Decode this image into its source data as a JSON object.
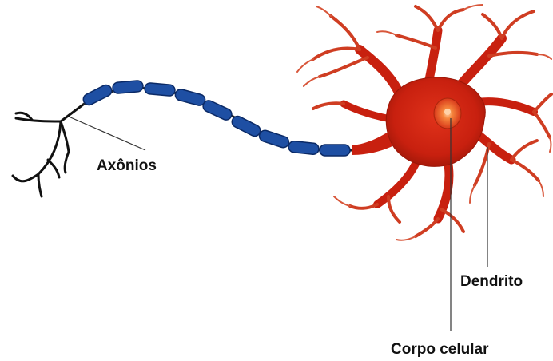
{
  "labels": {
    "axon": "Axônios",
    "dendrite": "Dendrito",
    "cell_body": "Corpo celular"
  },
  "colors": {
    "background": "#ffffff",
    "cell_body": "#c8200f",
    "cell_body_dark": "#7e1406",
    "dendrite_light": "#d8563a",
    "myelin_sheath": "#1e4fa3",
    "myelin_dark": "#0b2a66",
    "axon_line": "#222222",
    "terminal": "#111111",
    "pointer": "#333333",
    "nucleus": "#f06a2a",
    "nucleolus": "#ffd2a8"
  }
}
